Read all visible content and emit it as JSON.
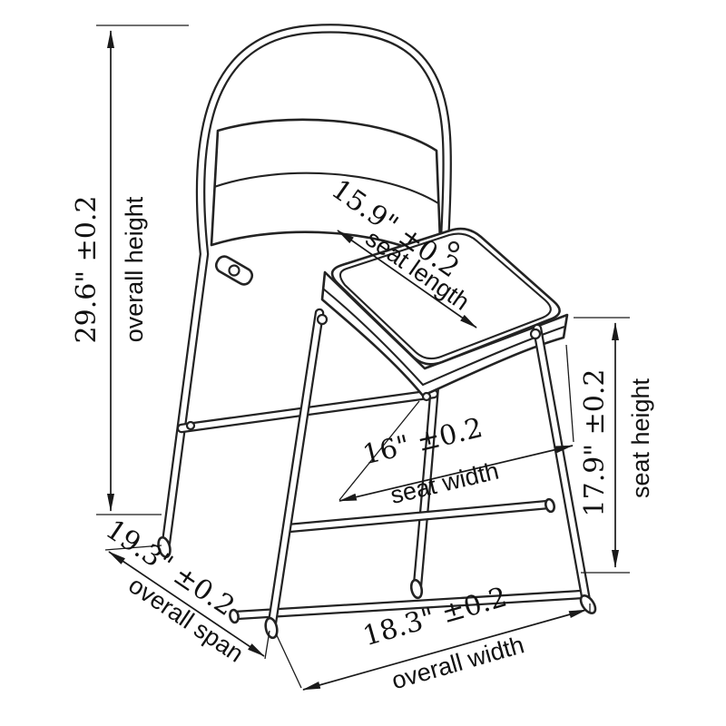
{
  "diagram": {
    "subject": "Folding chair technical dimension drawing",
    "dimensions": {
      "overall_height": {
        "value": "29.6\" ±0.2",
        "label": "overall height"
      },
      "seat_length": {
        "value": "15.9\" ±0.2",
        "label": "seat length"
      },
      "seat_width": {
        "value": "16\" ±0.2",
        "label": "seat width"
      },
      "seat_height": {
        "value": "17.9\" ±0.2",
        "label": "seat height"
      },
      "overall_span": {
        "value": "19.3\" ±0.2",
        "label": "overall span"
      },
      "overall_width": {
        "value": "18.3\" ±0.2",
        "label": "overall width"
      }
    },
    "colors": {
      "line": "#1f1f1f",
      "background": "#ffffff"
    }
  }
}
